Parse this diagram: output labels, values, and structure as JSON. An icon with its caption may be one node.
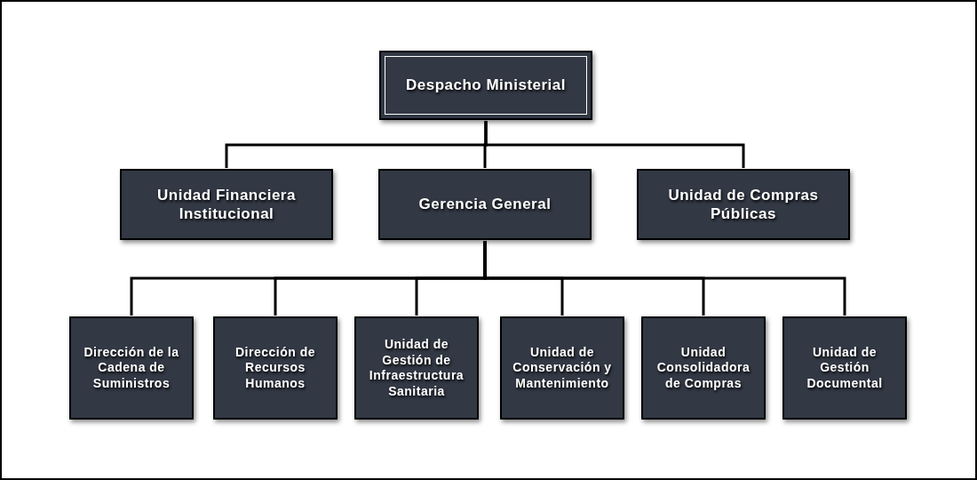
{
  "diagram": {
    "nodes": [
      {
        "text": [
          "Despacho Ministerial"
        ]
      },
      {
        "text": [
          "Unidad Financiera Institucional"
        ]
      },
      {
        "text": [
          "Gerencia General"
        ]
      },
      {
        "text": [
          "Unidad de Compras Públicas"
        ]
      },
      {
        "text": [
          "Dirección de la Cadena de Suministros"
        ]
      },
      {
        "text": [
          "Dirección de Recursos Humanos"
        ]
      },
      {
        "text": [
          "Unidad de Gestión de Infraestructura Sanitaria"
        ]
      },
      {
        "text": [
          "Unidad de Conservación y Mantenimiento"
        ]
      },
      {
        "text": [
          "Unidad Consolidadora de Compras"
        ]
      },
      {
        "text": [
          "Unidad de Gestión Documental"
        ]
      }
    ],
    "edges": [
      {
        "from": 0,
        "to": 1,
        "arrow": "none"
      },
      {
        "from": 0,
        "to": 2,
        "arrow": "none"
      },
      {
        "from": 0,
        "to": 3,
        "arrow": "none"
      },
      {
        "from": 2,
        "to": 4,
        "arrow": "none"
      },
      {
        "from": 2,
        "to": 5,
        "arrow": "none"
      },
      {
        "from": 2,
        "to": 6,
        "arrow": "none"
      },
      {
        "from": 2,
        "to": 7,
        "arrow": "none"
      },
      {
        "from": 2,
        "to": 8,
        "arrow": "none"
      },
      {
        "from": 2,
        "to": 9,
        "arrow": "none"
      }
    ]
  }
}
